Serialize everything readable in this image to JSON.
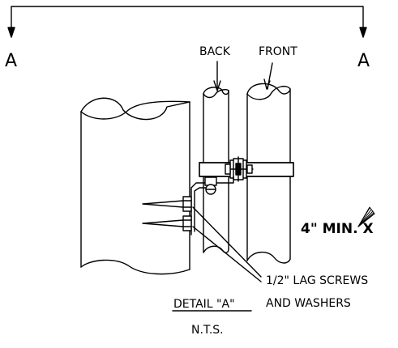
{
  "section_marks": {
    "left": "A",
    "right": "A"
  },
  "labels": {
    "back": "BACK",
    "front": "FRONT",
    "min": "4\" MIN. X",
    "lag_line1": "1/2\" LAG SCREWS",
    "lag_line2": "AND WASHERS"
  },
  "title": {
    "detail": "DETAIL \"A\"",
    "scale": "N.T.S."
  },
  "colors": {
    "line": "#000000",
    "background": "#ffffff"
  }
}
